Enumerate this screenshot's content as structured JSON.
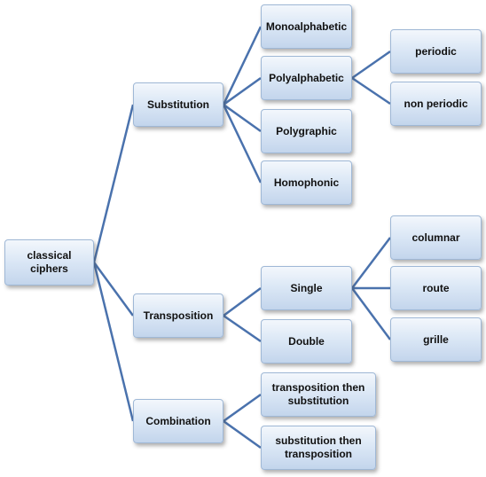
{
  "diagram": {
    "root": "classical ciphers",
    "substitution": {
      "label": "Substitution",
      "children": [
        "Monoalphabetic",
        "Polyalphabetic",
        "Polygraphic",
        "Homophonic"
      ],
      "polyalphabetic_children": [
        "periodic",
        "non  periodic"
      ]
    },
    "transposition": {
      "label": "Transposition",
      "children": [
        "Single",
        "Double"
      ],
      "single_children": [
        "columnar",
        "route",
        "grille"
      ]
    },
    "combination": {
      "label": "Combination",
      "children": [
        "transposition then substitution",
        "substitution then transposition"
      ]
    },
    "colors": {
      "connector": "#4a72ad",
      "node_border": "#9fb8d6",
      "node_top": "#f3f7fc",
      "node_bottom": "#c3d5ec"
    }
  }
}
